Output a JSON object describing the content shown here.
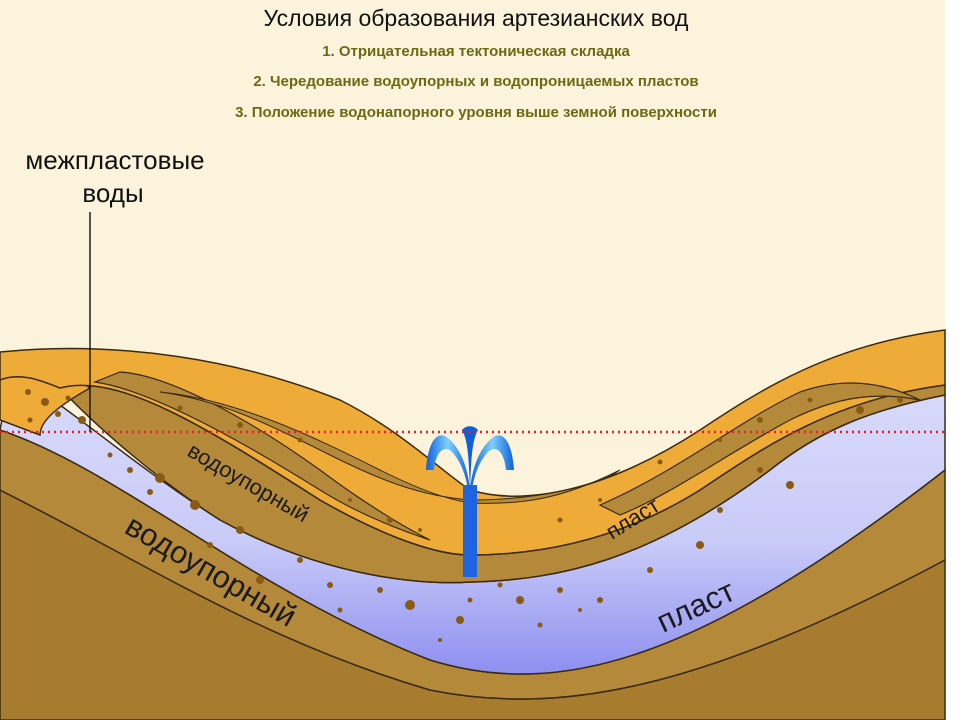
{
  "title": "Условия образования артезианских вод",
  "conditions": [
    "1. Отрицательная тектоническая складка",
    "2. Чередование водоупорных и водопроницаемых пластов",
    "3. Положение водонапорного уровня выше земной поверхности"
  ],
  "annotation": {
    "line1": "межпластовые",
    "line2": "воды"
  },
  "labels": {
    "upper_aquiclude_left": "водоупорный",
    "upper_aquiclude_right": "пласт",
    "lower_aquiclude_left": "водоупорный",
    "lower_aquiclude_right": "пласт"
  },
  "colors": {
    "background": "#fcf3dd",
    "title_text": "#111111",
    "condition_text": "#6b6a12",
    "permeable_layer": "#eeab38",
    "aquiclude": "#b48a3a",
    "aquifer_water": "#cfd0fa",
    "deep_rock": "#a87c2f",
    "ground": "#cdbfa7",
    "fountain": "#1f77e8",
    "pressure_level_line": "#e0222b"
  }
}
